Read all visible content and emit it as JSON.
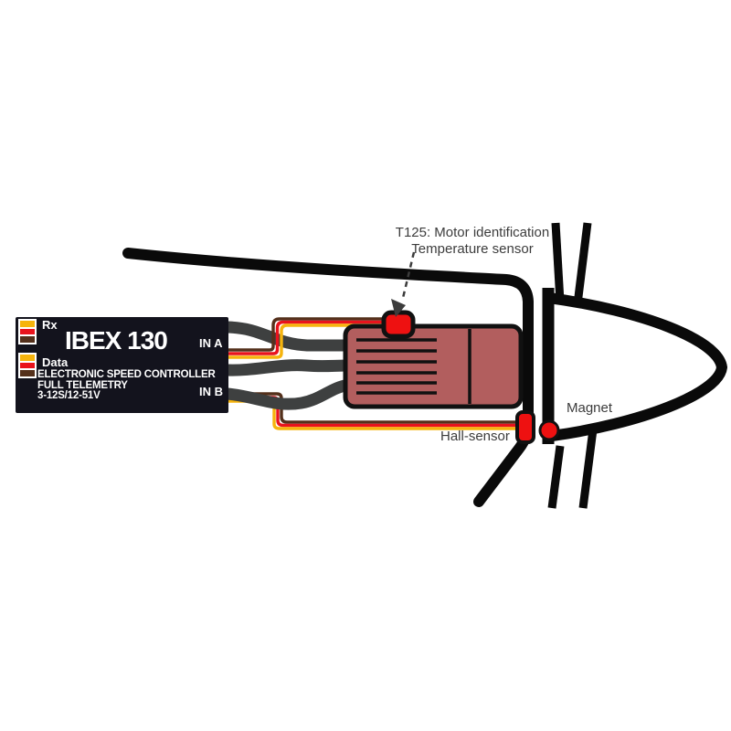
{
  "esc": {
    "title": "IBEX 130",
    "port_in_a": "IN A",
    "port_in_b": "IN B",
    "connector_rx_label": "Rx",
    "connector_data_label": "Data",
    "spec_line1": "ELECTRONIC SPEED CONTROLLER",
    "spec_line2": "FULL TELEMETRY",
    "spec_line3": "3-12S/12-51V"
  },
  "labels": {
    "t125_line1": "T125: Motor identification",
    "t125_line2": "Temperature sensor",
    "hall_sensor": "Hall-sensor",
    "magnet": "Magnet"
  },
  "colors": {
    "outline": "#0a0a0a",
    "phase_wire": "#3e4040",
    "wire_yellow": "#F6B40D",
    "wire_red": "#E9131C",
    "wire_brown": "#54301B",
    "motor_body": "#B25E5E",
    "motor_detail": "#111111",
    "sensor_red": "#EE1111",
    "esc_bg": "#13131D",
    "esc_text": "#FFFFFF",
    "label_text": "#3C3C3C"
  }
}
